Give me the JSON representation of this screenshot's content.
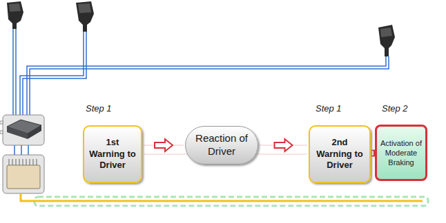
{
  "diagram": {
    "nodes": [
      {
        "text": [
          "1st Warning to Driver"
        ]
      },
      {
        "text": [
          "Reaction of Driver"
        ]
      },
      {
        "text": [
          "2nd Warning to Driver"
        ]
      },
      {
        "text": [
          "Activation of Moderate Braking"
        ]
      }
    ],
    "edges": [
      {
        "from": 0,
        "to": 1,
        "arrow": "to"
      },
      {
        "from": 1,
        "to": 2,
        "arrow": "to"
      },
      {
        "from": 0,
        "to": 2,
        "arrow": "none"
      },
      {
        "from": 2,
        "to": 3,
        "arrow": "to"
      }
    ],
    "labels": [
      "Step 1",
      "Step 1",
      "Step 2"
    ]
  }
}
